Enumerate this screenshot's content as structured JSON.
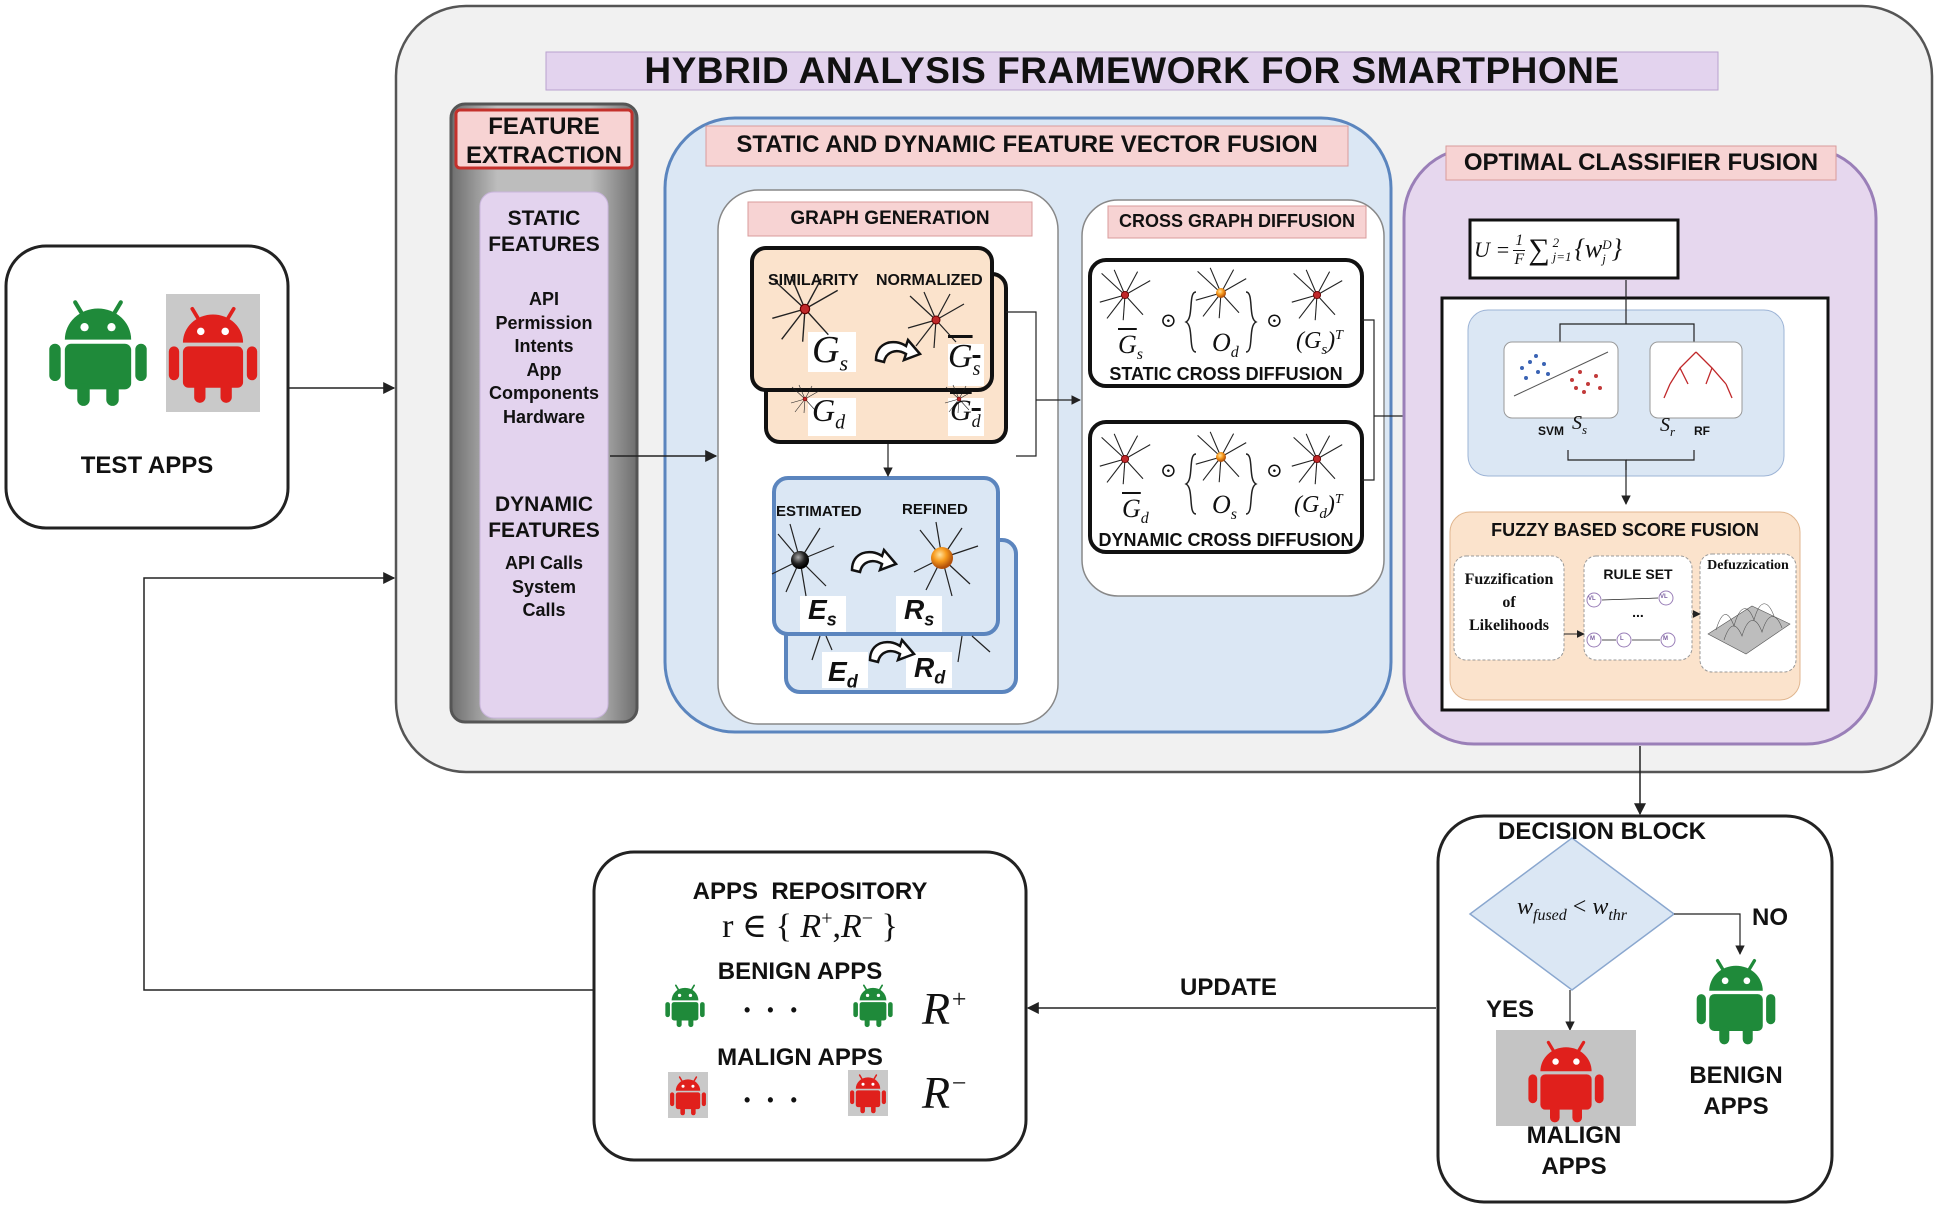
{
  "title": "HYBRID ANALYSIS FRAMEWORK FOR SMARTPHONE",
  "test_apps": {
    "label": "TEST APPS"
  },
  "feature_extraction": {
    "title_line1": "FEATURE",
    "title_line2": "EXTRACTION",
    "static_title_line1": "STATIC",
    "static_title_line2": "FEATURES",
    "static_items": [
      "API",
      "Permission",
      "Intents",
      "App",
      "Components",
      "Hardware"
    ],
    "dynamic_title_line1": "DYNAMIC",
    "dynamic_title_line2": "FEATURES",
    "dynamic_items": [
      "API Calls",
      "System",
      "Calls"
    ]
  },
  "fusion": {
    "title": "STATIC AND DYNAMIC FEATURE VECTOR FUSION",
    "graph_generation": {
      "title": "GRAPH GENERATION",
      "similarity": "SIMILARITY",
      "normalized": "NORMALIZED",
      "gs": "G",
      "gs_sub": "s",
      "gs_bar": "G",
      "gs_bar_sub": "s",
      "gd": "G",
      "gd_sub": "d",
      "gd_bar": "G",
      "gd_bar_sub": "d",
      "estimated": "ESTIMATED",
      "refined": "REFINED",
      "es": "E",
      "es_sub": "s",
      "rs": "R",
      "rs_sub": "s",
      "ed": "E",
      "ed_sub": "d",
      "rd": "R",
      "rd_sub": "d"
    },
    "cross_graph": {
      "title": "CROSS GRAPH DIFFUSION",
      "static_label": "STATIC CROSS DIFFUSION",
      "dynamic_label": "DYNAMIC CROSS DIFFUSION",
      "static_terms": [
        "G",
        "O",
        "(G",
        ")"
      ],
      "static_subs": [
        "s",
        "d",
        "s",
        "T"
      ],
      "dynamic_terms": [
        "G",
        "O",
        "(G",
        ")"
      ],
      "dynamic_subs": [
        "d",
        "s",
        "d",
        "T"
      ],
      "odot": "⊙"
    }
  },
  "classifier": {
    "title": "OPTIMAL CLASSIFIER FUSION",
    "formula": "U = 1/F ∑ j=1..2 {w_j^D}",
    "formula_u": "U =",
    "formula_frac_num": "1",
    "formula_frac_den": "F",
    "formula_sum": "∑",
    "formula_sup": "2",
    "formula_sub": "j=1",
    "formula_body": "{w",
    "formula_body_sup": "D",
    "formula_body_sub": "j",
    "formula_close": "}",
    "svm": "SVM",
    "ss": "S",
    "ss_sub": "s",
    "sr": "S",
    "sr_sub": "r",
    "rf": "RF",
    "fuzzy_title": "FUZZY BASED SCORE FUSION",
    "fuzzification_line1": "Fuzzification",
    "fuzzification_line2": "of",
    "fuzzification_line3": "Likelihoods",
    "rule_set": "RULE SET",
    "rule_dots": "...",
    "defuzzication": "Defuzzication",
    "rule_nodes": [
      "VL",
      "VL",
      "M",
      "M",
      "L",
      "M"
    ]
  },
  "decision": {
    "title": "DECISION BLOCK",
    "condition_w1": "w",
    "condition_sub1": "fused",
    "condition_op": "<",
    "condition_w2": "w",
    "condition_sub2": "thr",
    "no": "NO",
    "yes": "YES",
    "benign_line1": "BENIGN",
    "benign_line2": "APPS",
    "malign_line1": "MALIGN",
    "malign_line2": "APPS"
  },
  "update": "UPDATE",
  "repository": {
    "title": "APPS  REPOSITORY",
    "set_r": "r ∈ {",
    "set_rplus": "R",
    "set_plus": "+",
    "set_comma": ",",
    "set_rminus": "R",
    "set_minus": "−",
    "set_close": "}",
    "benign": "BENIGN APPS",
    "malign": "MALIGN APPS",
    "dots": "• • •",
    "rplus": "R",
    "rplus_sup": "+",
    "rminus": "R",
    "rminus_sup": "−"
  },
  "colors": {
    "android_green": "#1f8a3a",
    "android_red": "#e0201c",
    "lavender": "#e3d3ee",
    "light_blue": "#dbe7f4",
    "peach": "#fbe3cc",
    "pink_label": "#f7d3d3",
    "blue_border": "#5b85be",
    "purple_border": "#9a7fb8"
  }
}
